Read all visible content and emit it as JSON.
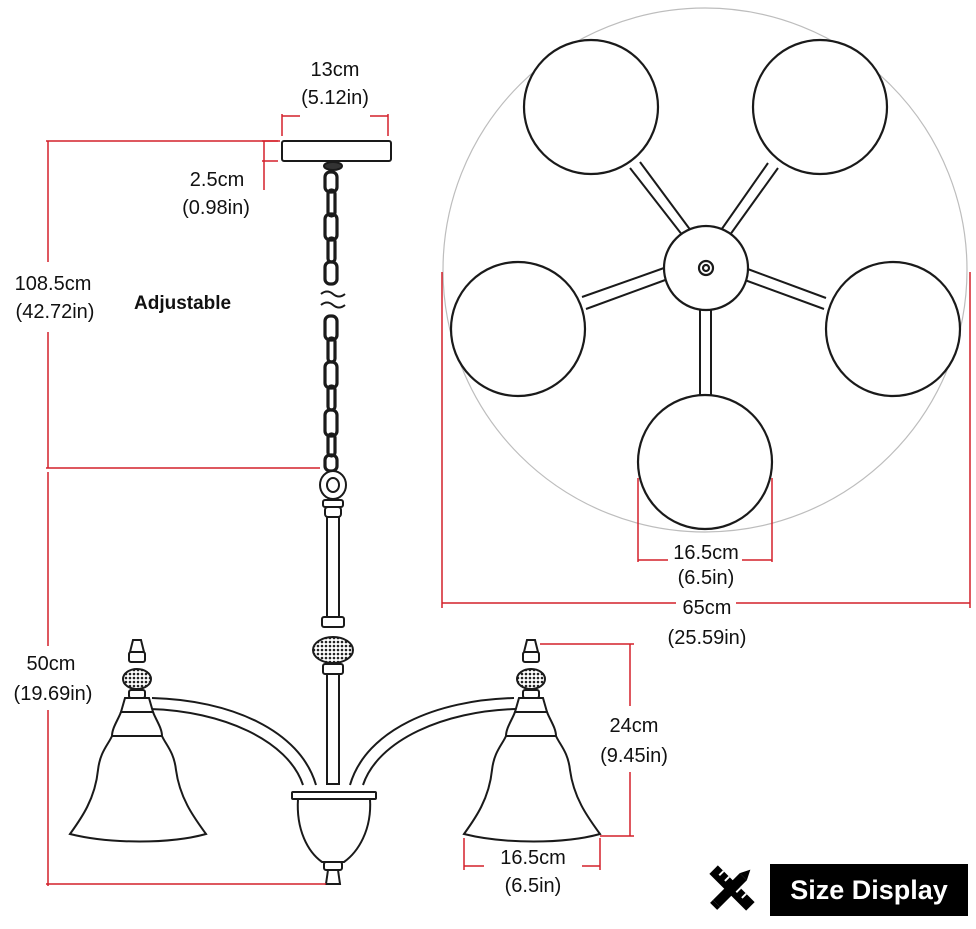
{
  "dimensions": {
    "canopy_width": {
      "metric": "13cm",
      "imperial": "(5.12in)"
    },
    "canopy_height": {
      "metric": "2.5cm",
      "imperial": "(0.98in)"
    },
    "chain_length": {
      "metric": "108.5cm",
      "imperial": "(42.72in)"
    },
    "chain_note": "Adjustable",
    "body_height": {
      "metric": "50cm",
      "imperial": "(19.69in)"
    },
    "shade_height": {
      "metric": "24cm",
      "imperial": "(9.45in)"
    },
    "shade_width_side": {
      "metric": "16.5cm",
      "imperial": "(6.5in)"
    },
    "shade_width_top": {
      "metric": "16.5cm",
      "imperial": "(6.5in)"
    },
    "overall_width": {
      "metric": "65cm",
      "imperial": "(25.59in)"
    }
  },
  "badge": {
    "label": "Size Display",
    "icon": "ruler-pencil-icon"
  },
  "colors": {
    "dimension_line": "#d4202a",
    "drawing": "#1a1a1a",
    "badge_bg": "#000000"
  }
}
